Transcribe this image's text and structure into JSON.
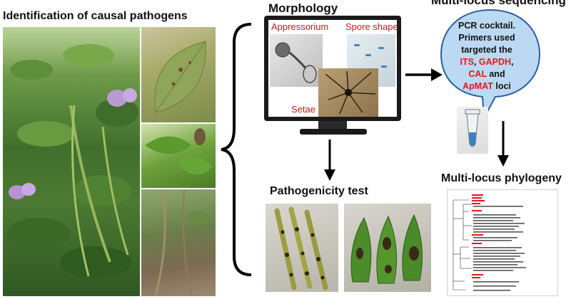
{
  "sections": {
    "identification": "Identification of causal pathogens",
    "morphology": "Morphology",
    "sequencing": "Multi-locus sequencing",
    "pathogenicity": "Pathogenicity test",
    "phylogeny": "Multi-locus phylogeny"
  },
  "morphology_labels": {
    "appressorium": "Appressorium",
    "spore_shape": "Spore shape",
    "setae": "Setae"
  },
  "bubble": {
    "line1": "PCR cocktail.",
    "line2": "Primers used",
    "line3": "targeted the",
    "its": "ITS",
    "gapdh": "GAPDH",
    "cal": "CAL",
    "and": "and",
    "apmat": "ApMAT",
    "loci": "loci",
    "comma": ","
  },
  "colors": {
    "highlight_red": "#e8141c",
    "bubble_fill": "#bcd9f3",
    "bubble_stroke": "#2b5f9e",
    "arrow": "#000000"
  }
}
